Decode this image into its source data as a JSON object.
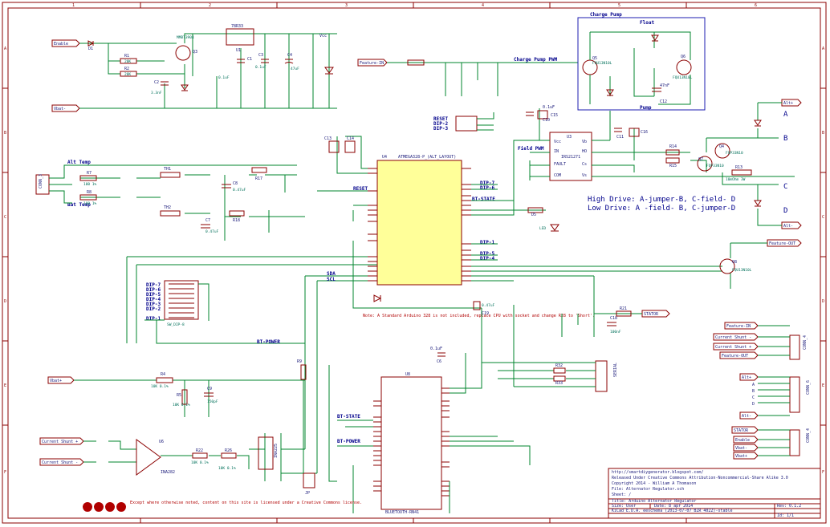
{
  "title_block": {
    "url": "http://smartdiygenerator.blogspot.com/",
    "license": "Released Under Creative Commons Attribution-Noncommercial-Share Alike 3.0",
    "copyright": "Copyright 2014 -  William A Thomason",
    "file": "File: Alternator Regulator.sch",
    "sheet": "Sheet: /",
    "title": "Title: Arduino Alternator Regulator",
    "size": "Size: User",
    "date": "Date: 8 apr 2014",
    "rev": "Rev: 0.1.2",
    "kicad": "KiCad E.D.A.  eeschema (2013-07-07 BZR 4022)-stable",
    "id": "Id: 1/1",
    "cc_note": "Except where otherwise noted, content on this site is licensed under a Creative Commons license."
  },
  "sheet_labels": {
    "col_numbers": [
      "1",
      "2",
      "3",
      "4",
      "5",
      "6"
    ],
    "row_letters": [
      "A",
      "B",
      "C",
      "D",
      "E",
      "F"
    ]
  },
  "charge_pump": {
    "title": "Charge Pump",
    "float": "Float",
    "pump": "Pump",
    "q5": "Q5",
    "q5_part": "FQU13N10L",
    "q6": "Q6",
    "q6_part": "FQU13N10L",
    "c12": "C12",
    "c12_val": "47nF"
  },
  "drive_notes": {
    "high": "High Drive:  A-jumper-B,   C-field- D",
    "low": "Low Drive:   A -field- B,   C-jumper-D"
  },
  "cpu": {
    "ref": "U4",
    "part": "ATMEGA328-P_(ALT_LAYOUT)",
    "note": "Note: A Standard Arduino 328 is not included, replace CPU with socket and change R28 to 'Short'."
  },
  "bt": {
    "ref": "U8",
    "part": "BLUETOOTH-RN41"
  },
  "driver": {
    "ref": "U3",
    "part": "IRS21271",
    "pins": [
      "Vcc",
      "IN",
      "FAULT",
      "COM",
      "Vb",
      "HO",
      "Cs",
      "Vs"
    ]
  },
  "regulator": {
    "ref": "U1",
    "part": "78R33"
  },
  "shunt_amp": {
    "ref": "U6",
    "part": "INA282"
  },
  "nets": {
    "enable": "Enable",
    "vbat_plus": "Vbat+",
    "vbat_minus": "Vbat-",
    "vcc": "Vcc",
    "feature_in": "Feature-IN",
    "feature_out": "Feature-OUT",
    "charge_pump_pwm": "Charge Pump PWM",
    "field_pwm": "Field PWM",
    "alt_plus": "Alt+",
    "alt_minus": "Alt-",
    "alt_temp": "Alt Temp",
    "bat_temp": "Bat Temp",
    "reset": "RESET",
    "bt_state": "BT-STATE",
    "bt_power": "BT-POWER",
    "sda": "SDA",
    "scl": "SCL",
    "stator": "STATOR",
    "current_shunt_plus": "Current Shunt +",
    "current_shunt_minus": "Current Shunt -",
    "dip1": "DIP-1",
    "dip2": "DIP-2",
    "dip3": "DIP-3",
    "dip4": "DIP-4",
    "dip5": "DIP-5",
    "dip6": "DIP-6",
    "dip7": "DIP-7",
    "letter_a": "A",
    "letter_b": "B",
    "letter_c": "C",
    "letter_d": "D"
  },
  "connectors": {
    "temp": "CONN_3",
    "dip": "DIP_8",
    "dip_part": "SW_DIP-8",
    "feature": "CONN_4",
    "alt": "CONN_6",
    "power": "CONN_4",
    "serial": "SERIAL"
  },
  "parts": {
    "d1": "D1",
    "r1": "R1",
    "r1v": "20K",
    "r2": "R2",
    "r2v": "20K",
    "q3": "Q3",
    "q3p": "MMBT3904",
    "c2": "C2",
    "c2v": "3.3nF",
    "c1": "C1",
    "c1v": "0.1uF",
    "c3": "C3",
    "c3v": "0.1uF",
    "c4": "C4",
    "c4v": "47uF",
    "r7": "R7",
    "r7v": "100 1%",
    "r8": "R8",
    "r8v": "100 1%",
    "th1": "TH1",
    "th2": "TH2",
    "r17": "R17",
    "r18": "R18",
    "c7": "C7",
    "c7v": "0.47uF",
    "c8": "C8",
    "c8v": "0.47uF",
    "r4": "R4",
    "r4v": "10K 0.1%",
    "r5": "R5",
    "r5v": "10K 0.1%",
    "c9": "C9",
    "c9v": "150pF",
    "r13": "R13",
    "r13v": "10mOhm 3W",
    "r14": "R14",
    "r15": "R15",
    "q4": "Q4",
    "q4p": "FQP33N10",
    "q7": "Q7",
    "q7p": "FQP33N10",
    "q8": "Q8",
    "q8p": "FQU13N10L",
    "c10": "C10",
    "c10v": "0.1uF",
    "c11": "C11",
    "c11v": "47nF",
    "c15": "C15",
    "c16": "C16",
    "c18": "C18",
    "c18v": "100nF",
    "r22": "R22",
    "r22v": "10K 0.1%",
    "r26": "R26",
    "r26v": "10K 0.1%",
    "ina225": "INA225",
    "r9": "R9",
    "r9v": "47K",
    "c6": "C6",
    "c6v": "0.1uF",
    "r21": "R21",
    "r32": "R32",
    "r33": "R33",
    "d5": "D5",
    "led1": "LED",
    "jp": "JP",
    "c19": "C19",
    "c19v": "0.47uF",
    "c13": "C13",
    "c14": "C14"
  }
}
